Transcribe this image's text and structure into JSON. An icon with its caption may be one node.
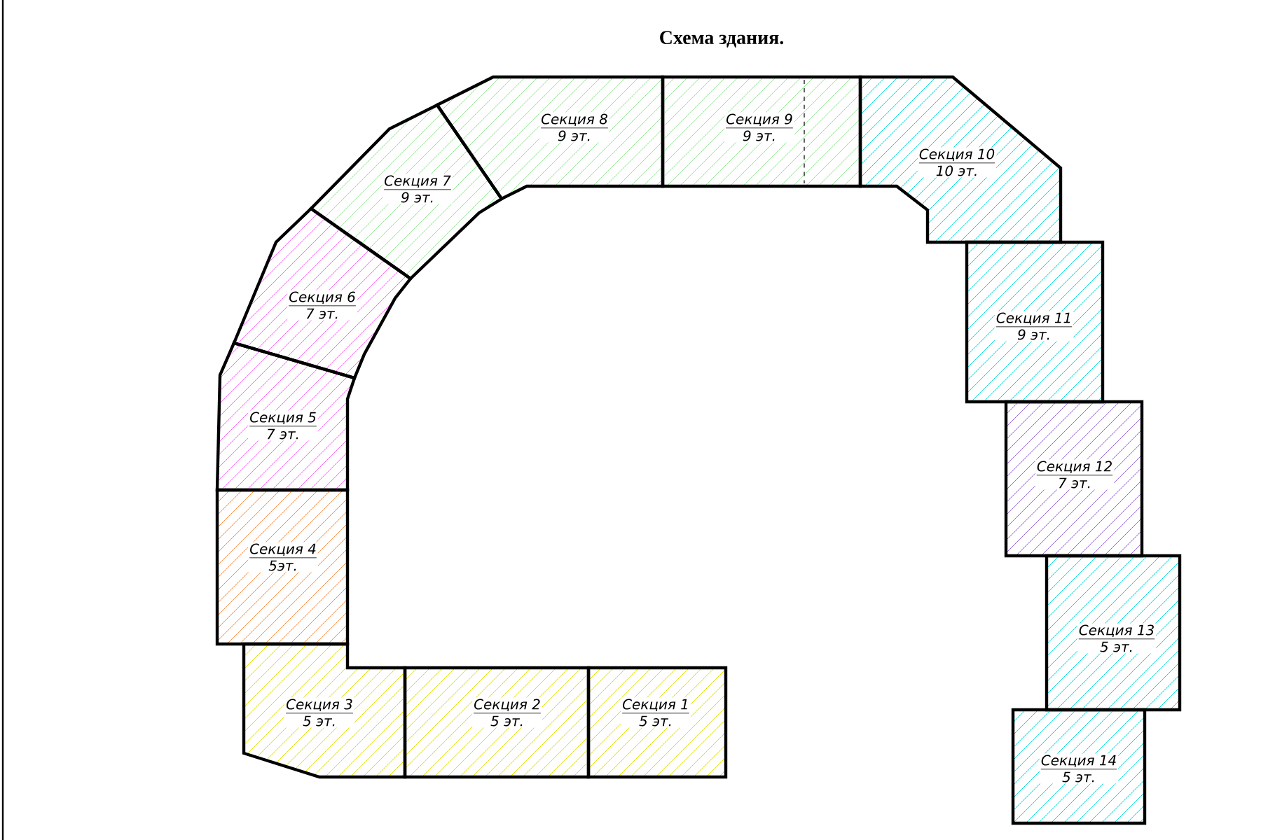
{
  "diagram": {
    "title": "Схема здания.",
    "nodes": [
      {
        "text": [
          "Секция 1",
          "5 эт."
        ]
      },
      {
        "text": [
          "Секция 2",
          "5 эт."
        ]
      },
      {
        "text": [
          "Секция 3",
          "5 эт."
        ]
      },
      {
        "text": [
          "Секция 4",
          "5эт."
        ]
      },
      {
        "text": [
          "Секция 5",
          "7 эт."
        ]
      },
      {
        "text": [
          "Секция 6",
          "7 эт."
        ]
      },
      {
        "text": [
          "Секция 7",
          "9 эт."
        ]
      },
      {
        "text": [
          "Секция 8",
          "9 эт."
        ]
      },
      {
        "text": [
          "Секция 9",
          "9 эт."
        ]
      },
      {
        "text": [
          "Секция 10",
          "10 эт."
        ]
      },
      {
        "text": [
          "Секция 11",
          "9 эт."
        ]
      },
      {
        "text": [
          "Секция 12",
          "7 эт."
        ]
      },
      {
        "text": [
          "Секция 13",
          "5 эт."
        ]
      },
      {
        "text": [
          "Секция 14",
          "5 эт."
        ]
      }
    ]
  }
}
